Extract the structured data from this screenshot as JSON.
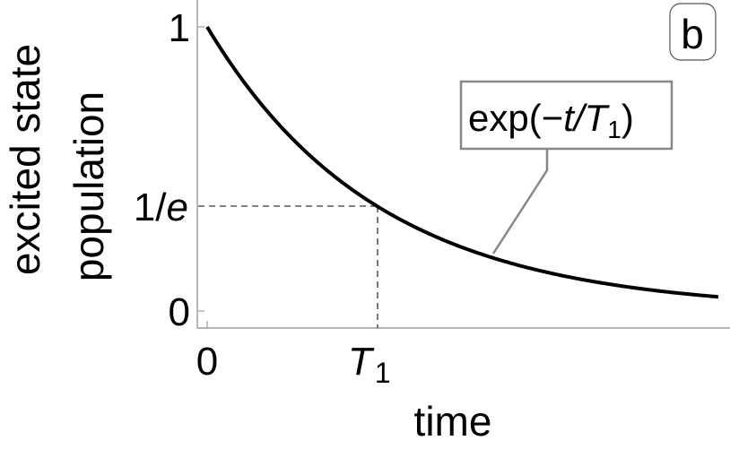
{
  "panel_label": "b",
  "axes": {
    "xlabel": "time",
    "ylabel_line1": "excited state",
    "ylabel_line2": "population",
    "xticks": [
      {
        "value": 0,
        "label": "0"
      },
      {
        "value": 1,
        "label_main": "T",
        "label_sub": "1"
      }
    ],
    "yticks": [
      {
        "value": 0,
        "label": "0"
      },
      {
        "value": 0.3679,
        "label_main": "1/",
        "label_italic": "e"
      },
      {
        "value": 1,
        "label": "1"
      }
    ]
  },
  "annotation": {
    "text_pre": "exp(",
    "text_minus": "−",
    "text_t": "t",
    "text_slash": "/",
    "text_T": "T",
    "text_sub": "1",
    "text_post": ")"
  },
  "colors": {
    "curve": "#000000",
    "axis": "#a0a0a0",
    "guide": "#333333",
    "leader": "#888888"
  },
  "chart_data": {
    "type": "line",
    "title": "",
    "xlabel": "time",
    "ylabel": "excited state population",
    "function": "exp(-t/T1)",
    "x_units": "T1",
    "xlim": [
      0,
      3
    ],
    "ylim": [
      0,
      1
    ],
    "series": [
      {
        "name": "exp(-t/T1)",
        "x": [
          0,
          0.25,
          0.5,
          0.75,
          1.0,
          1.25,
          1.5,
          1.75,
          2.0,
          2.25,
          2.5,
          2.75,
          3.0
        ],
        "y": [
          1.0,
          0.7788,
          0.6065,
          0.4724,
          0.3679,
          0.2865,
          0.2231,
          0.1738,
          0.1353,
          0.1054,
          0.0821,
          0.0639,
          0.0498
        ]
      }
    ],
    "reference_lines": [
      {
        "type": "horizontal",
        "y": 0.3679,
        "label": "1/e",
        "style": "dashed",
        "x_range": [
          0,
          1
        ]
      },
      {
        "type": "vertical",
        "x": 1,
        "label": "T1",
        "style": "dashed",
        "y_range": [
          0,
          0.3679
        ]
      }
    ],
    "annotations": [
      {
        "text": "exp(−t/T1)",
        "points_to": [
          1.7,
          0.183
        ]
      },
      {
        "text": "b",
        "type": "panel-label",
        "position": "top-right"
      }
    ],
    "grid": false,
    "legend": null
  }
}
